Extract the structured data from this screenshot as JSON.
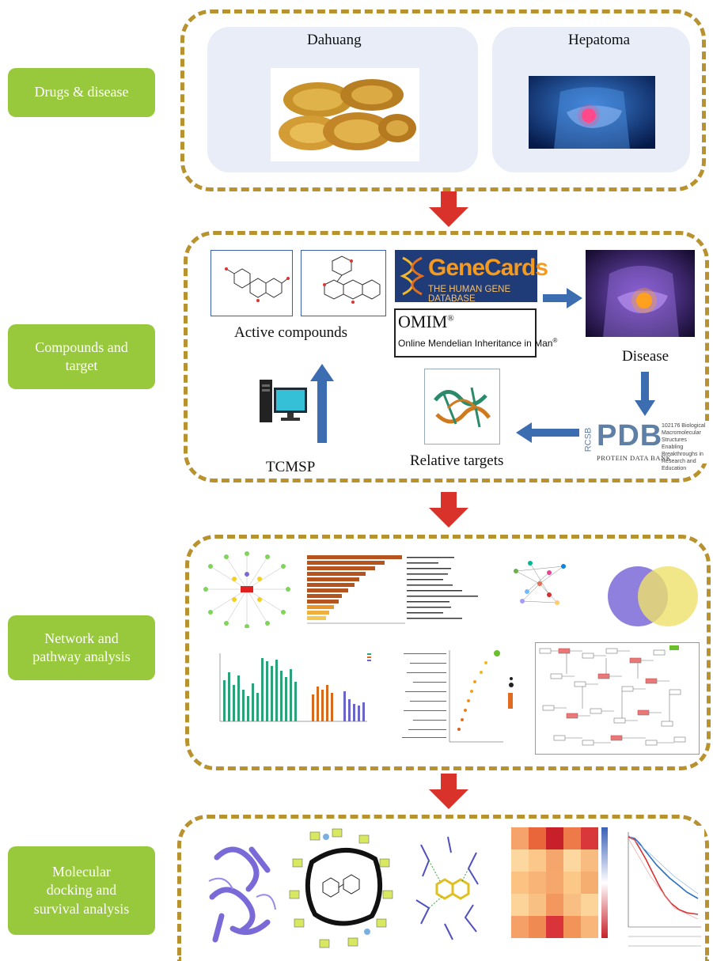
{
  "stages": [
    {
      "label": "Drugs & disease"
    },
    {
      "label": "Compounds and target"
    },
    {
      "label": "Network and pathway analysis"
    },
    {
      "label": "Molecular docking and survival analysis"
    }
  ],
  "panel1": {
    "drug": "Dahuang",
    "disease": "Hepatoma"
  },
  "panel2": {
    "active_compounds": "Active compounds",
    "genecards_title": "GeneCards",
    "genecards_reg": "®",
    "genecards_subtitle": "THE HUMAN GENE DATABASE",
    "omim_title": "OMIM",
    "omim_reg": "®",
    "omim_subtitle": "Online Mendelian Inheritance in Man",
    "omim_sub_reg": "®",
    "disease": "Disease",
    "tcmsp": "TCMSP",
    "relative_targets": "Relative targets",
    "pdb_logo": "PDB",
    "rcsb": "RCSB",
    "pdb_footer": "PROTEIN DATA BANK",
    "pdb_tagline": [
      "102176 Biological",
      "Macromolecular Structures",
      "Enabling Breakthroughs in",
      "Research and Education"
    ]
  },
  "colors": {
    "stage_label": "#98c93c",
    "dashed_border": "#b8922e",
    "arrow_red": "#d9322a",
    "arrow_blue": "#3b6db0"
  }
}
